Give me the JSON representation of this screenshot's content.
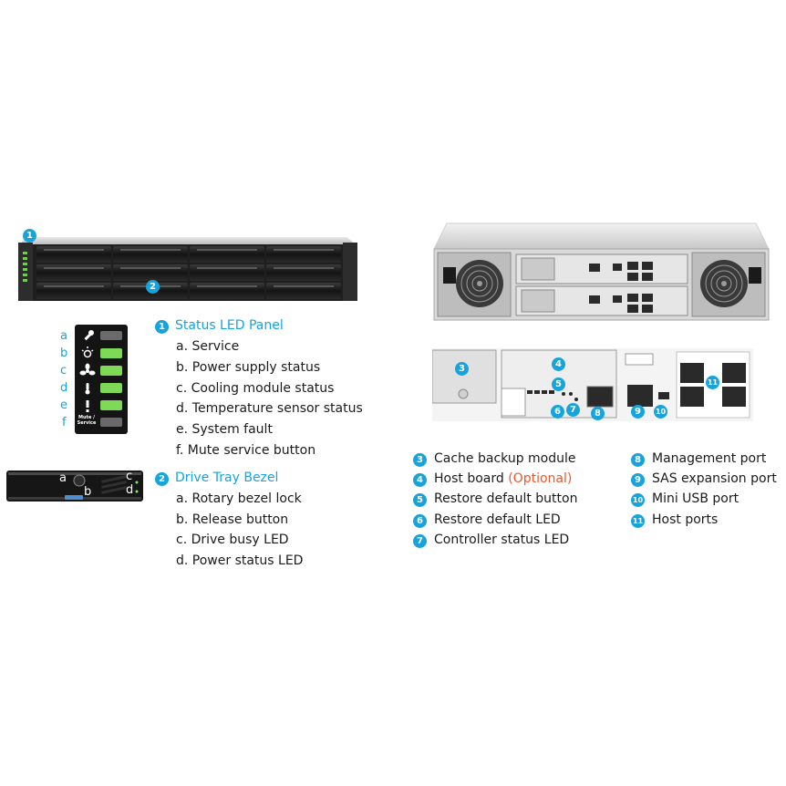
{
  "front": {
    "callouts": {
      "status_panel": "1",
      "drive_tray": "2"
    }
  },
  "led_panel": {
    "heading": "Status LED Panel",
    "letters": [
      "a",
      "b",
      "c",
      "d",
      "e",
      "f"
    ],
    "icons": [
      "wrench-icon",
      "power-icon",
      "fan-icon",
      "thermometer-icon",
      "exclamation-icon"
    ],
    "mute_label": "Mute / Service",
    "items": [
      "a. Service",
      "b. Power supply status",
      "c. Cooling module status",
      "d. Temperature sensor status",
      "e. System fault",
      "f. Mute service button"
    ]
  },
  "drive_tray": {
    "heading": "Drive Tray Bezel",
    "letters": [
      "a",
      "b",
      "c",
      "d"
    ],
    "items": [
      "a. Rotary bezel lock",
      "b. Release button",
      "c. Drive busy LED",
      "d. Power status LED"
    ]
  },
  "rear": {
    "callouts": [
      "3",
      "4",
      "5",
      "6",
      "7",
      "8",
      "9",
      "10",
      "11"
    ],
    "legend_left": [
      {
        "num": "3",
        "label": "Cache backup module",
        "suffix": ""
      },
      {
        "num": "4",
        "label": "Host board ",
        "suffix": "(Optional)"
      },
      {
        "num": "5",
        "label": "Restore default button",
        "suffix": ""
      },
      {
        "num": "6",
        "label": "Restore default LED",
        "suffix": ""
      },
      {
        "num": "7",
        "label": "Controller status LED",
        "suffix": ""
      }
    ],
    "legend_right": [
      {
        "num": "8",
        "label": "Management port"
      },
      {
        "num": "9",
        "label": "SAS expansion port"
      },
      {
        "num": "10",
        "label": "Mini USB port"
      },
      {
        "num": "11",
        "label": "Host ports"
      }
    ]
  },
  "colors": {
    "accent": "#17a3dc",
    "optional": "#e8582a",
    "led_green": "#7ed957",
    "chassis_dark": "#2a2a2a"
  }
}
